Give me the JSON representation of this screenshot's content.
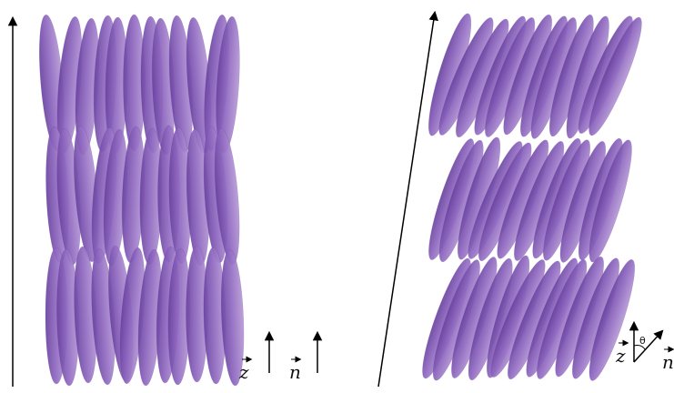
{
  "diagram": {
    "phases": [
      {
        "layers": 3,
        "molecules_per_layer": 12,
        "director_tilt_deg": 0,
        "labels": {
          "z": "z",
          "n": "n"
        }
      },
      {
        "layers": 3,
        "molecules_per_layer": 12,
        "director_tilt_deg": 20,
        "labels": {
          "z": "z",
          "n": "n",
          "angle": "θ"
        }
      }
    ],
    "colors": {
      "molecule_light": "#b79ad6",
      "molecule_mid": "#8f68c0",
      "molecule_dark": "#6a43a0",
      "arrow": "#000000"
    }
  }
}
